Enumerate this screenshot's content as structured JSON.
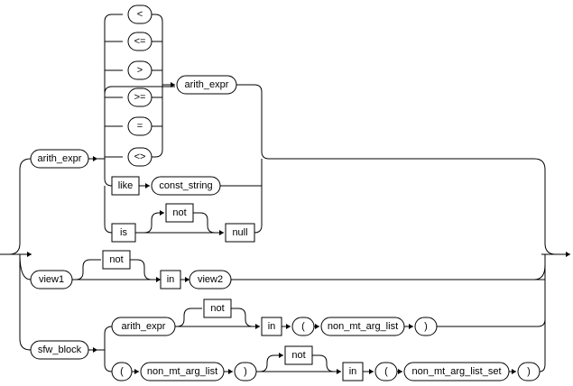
{
  "nodes": {
    "op_lt": "<",
    "op_le": "<=",
    "op_gt": ">",
    "op_ge": ">=",
    "op_eq": "=",
    "op_ne": "<>",
    "arith_expr_rhs": "arith_expr",
    "arith_expr_lhs": "arith_expr",
    "like": "like",
    "const_string": "const_string",
    "is": "is",
    "not_is": "not",
    "null": "null",
    "view1": "view1",
    "not_view": "not",
    "in_view": "in",
    "view2": "view2",
    "sfw_block": "sfw_block",
    "arith_expr_sfw": "arith_expr",
    "not_sfw1": "not",
    "in_sfw1": "in",
    "lparen1": "(",
    "non_mt_arg_list1": "non_mt_arg_list",
    "rparen1": ")",
    "lparen2": "(",
    "non_mt_arg_list2": "non_mt_arg_list",
    "rparen2": ")",
    "not_sfw2": "not",
    "in_sfw2": "in",
    "lparen3": "(",
    "non_mt_arg_list_set": "non_mt_arg_list_set",
    "rparen3": ")"
  }
}
